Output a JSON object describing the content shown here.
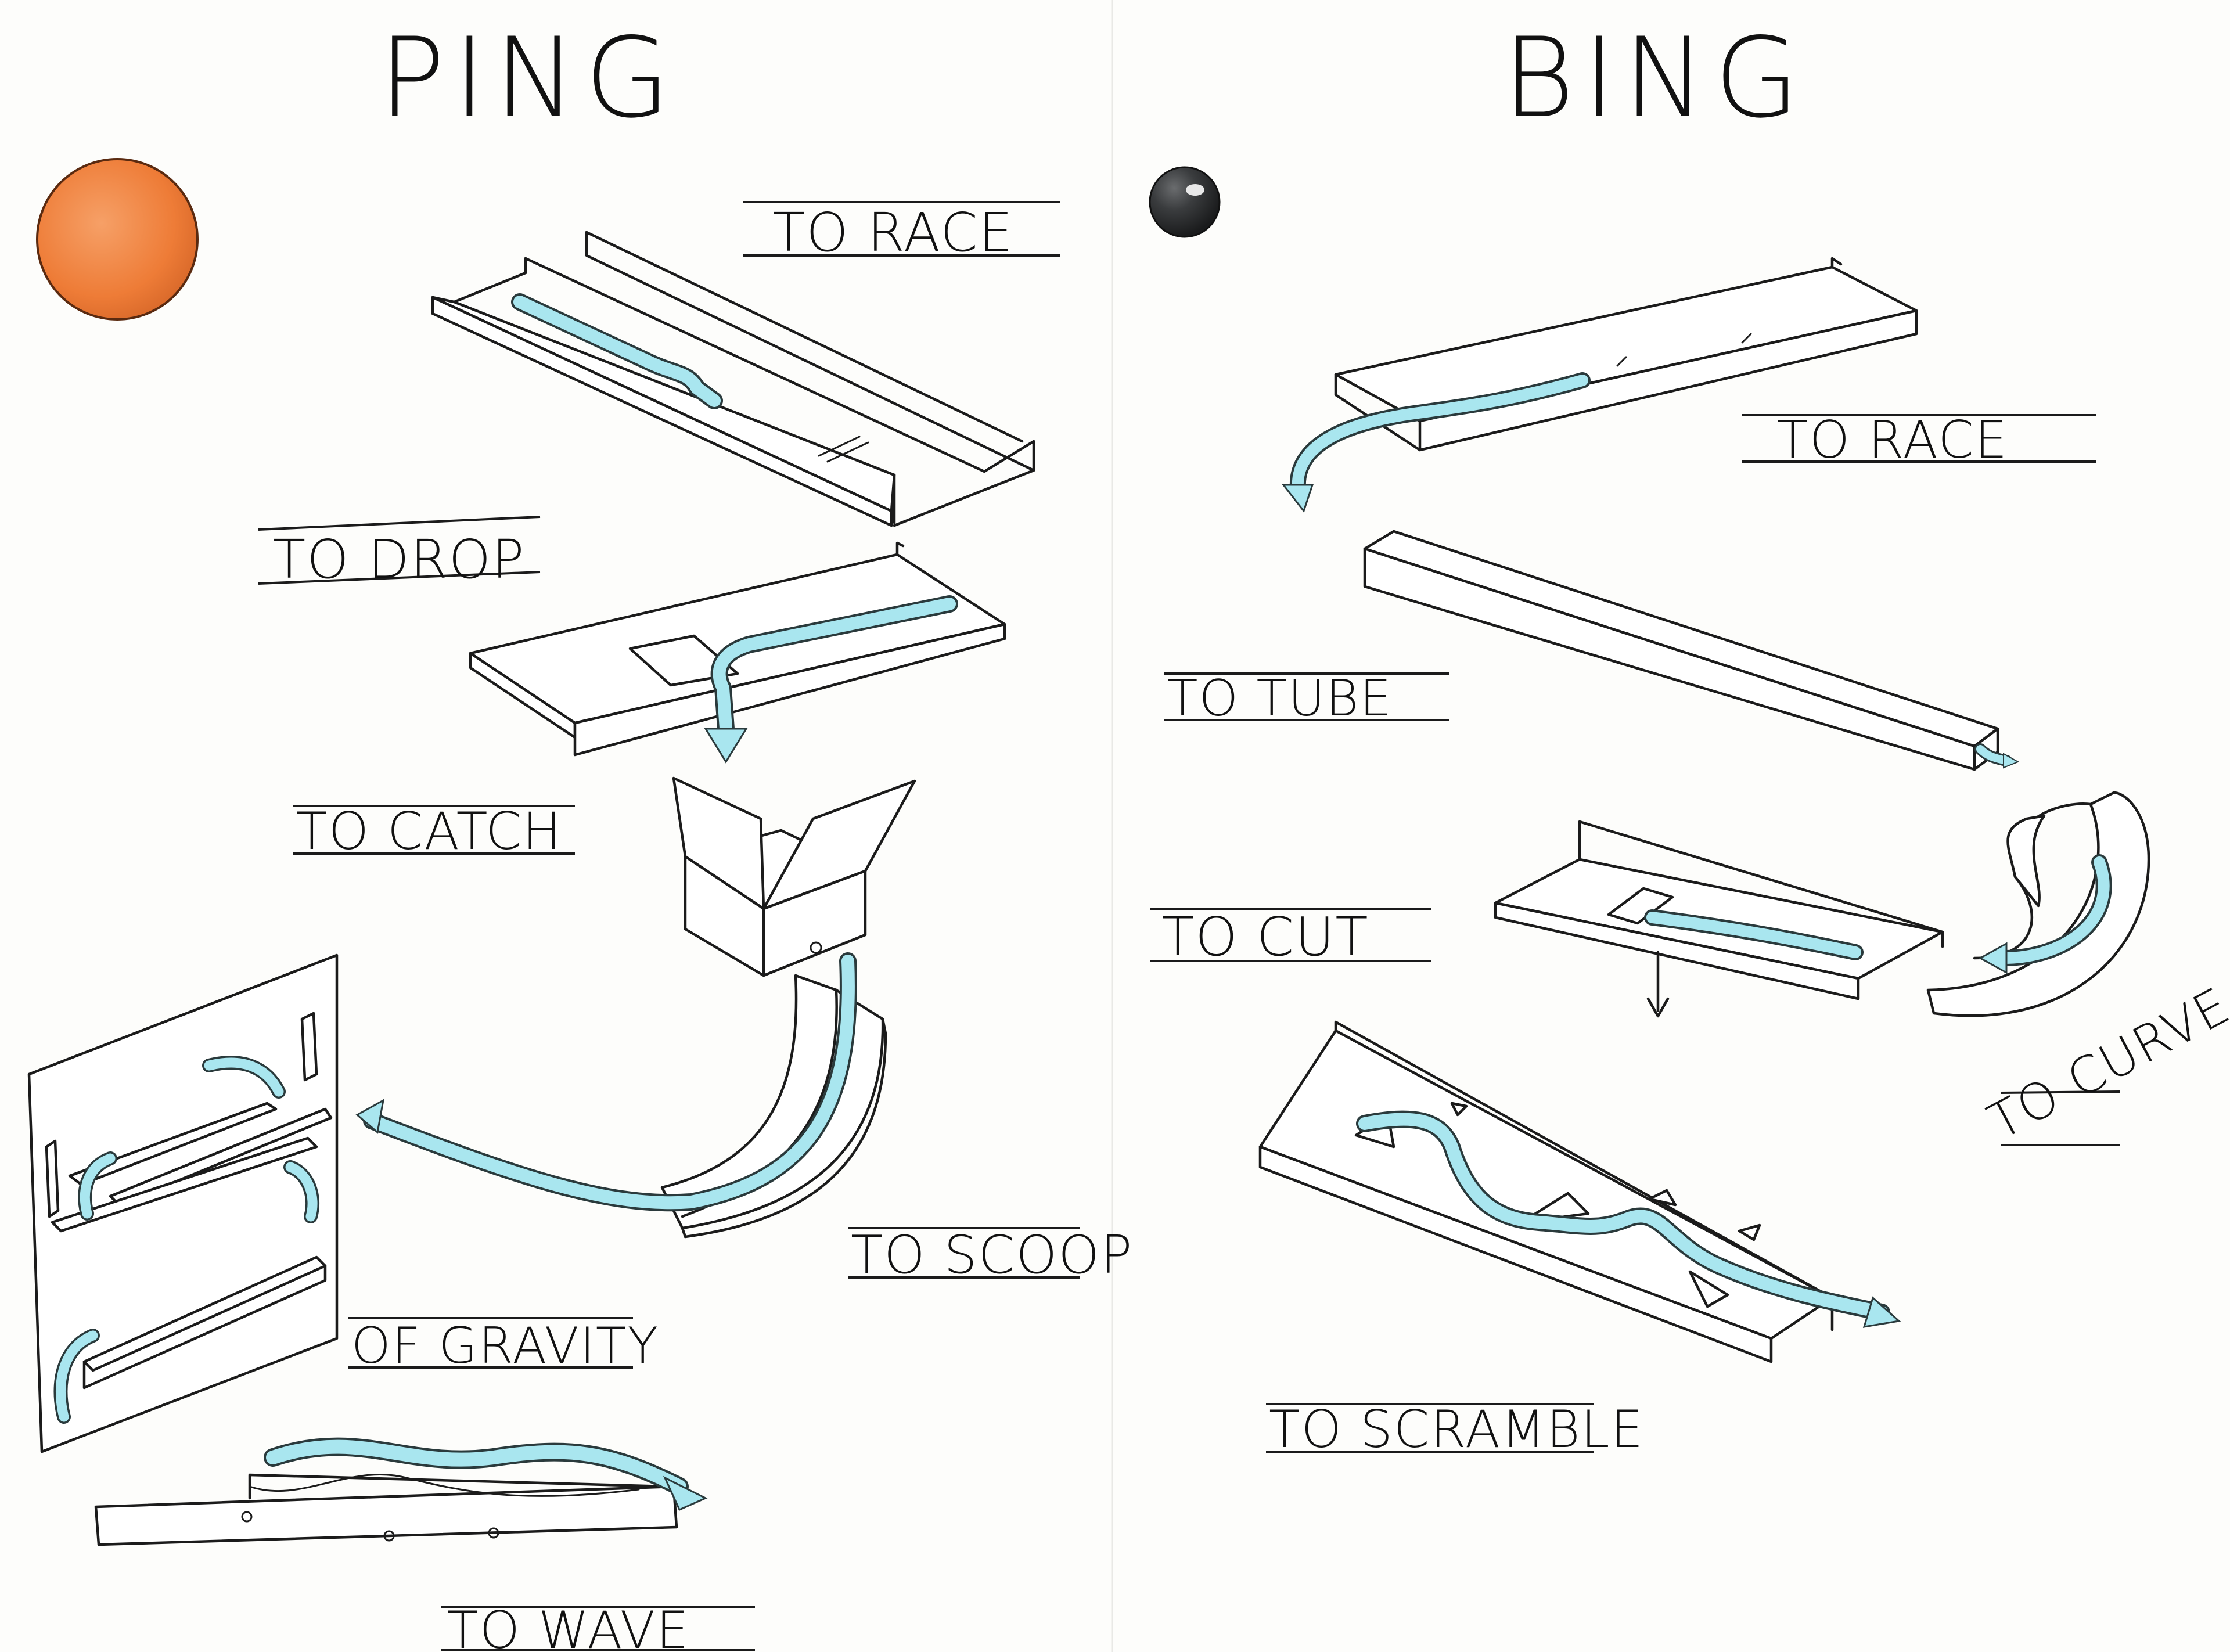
{
  "panels": {
    "left": {
      "title": "PING",
      "labels": [
        "TO RACE",
        "TO DROP",
        "TO CATCH",
        "TO SCOOP",
        "OF GRAVITY",
        "TO WAVE"
      ]
    },
    "right": {
      "title": "BING",
      "labels": [
        "TO RACE",
        "TO TUBE",
        "TO CUT",
        "TO CURVE",
        "TO SCRAMBLE"
      ]
    }
  },
  "colors": {
    "paper": "#fdfdfb",
    "ink": "#1b1b1b",
    "flow": "#a9e6ef",
    "ping_ball": "#ef7f3a",
    "bing_ball": "#3a3c3e"
  },
  "icons": {
    "ping_ball": "orange-ball-icon",
    "bing_ball": "black-ball-icon"
  }
}
